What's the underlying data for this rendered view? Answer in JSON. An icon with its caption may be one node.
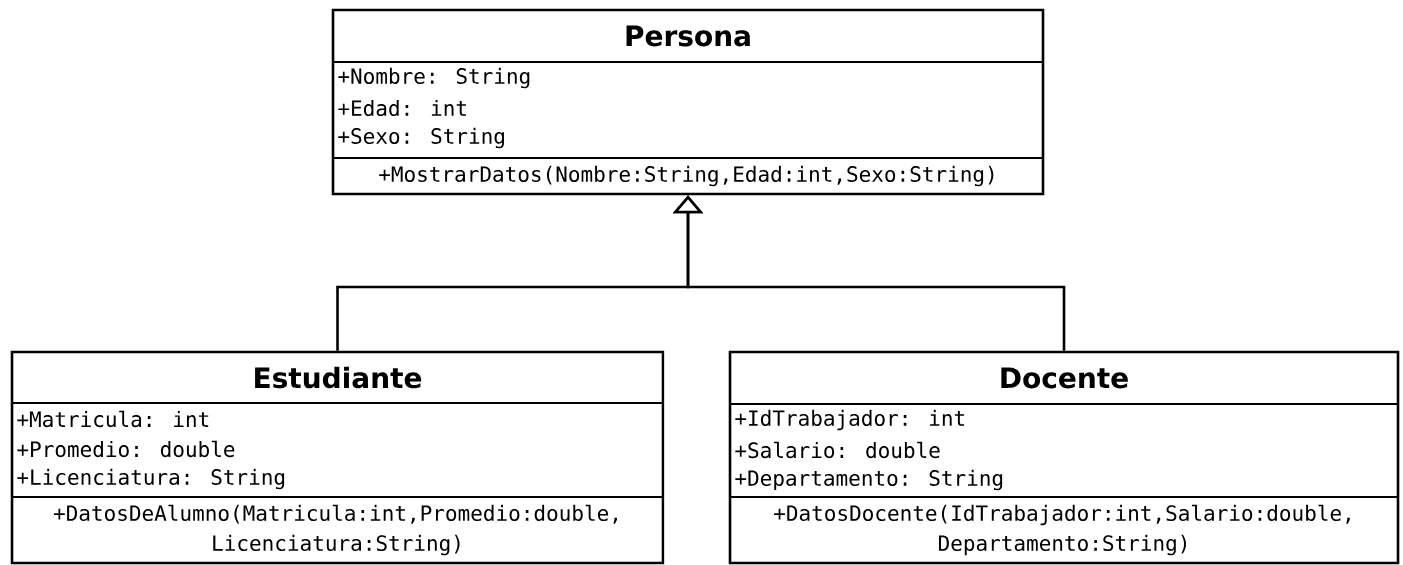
{
  "diagram": {
    "nodes": [
      {
        "text": [
          "Persona",
          "+Nombre: String",
          "+Edad: int",
          "+Sexo: String",
          "+MostrarDatos(Nombre:String,Edad:int,Sexo:String)"
        ]
      },
      {
        "text": [
          "Estudiante",
          "+Matricula: int",
          "+Promedio: double",
          "+Licenciatura: String",
          "+DatosDeAlumno(Matricula:int,Promedio:double, Licenciatura:String)"
        ]
      },
      {
        "text": [
          "Docente",
          "+IdTrabajador: int",
          "+Salario: double",
          "+Departamento: String",
          "+DatosDocente(IdTrabajador:int,Salario:double, Departamento:String)"
        ]
      }
    ],
    "edges": [
      {
        "from": 1,
        "to": 0,
        "arrow": "to"
      },
      {
        "from": 2,
        "to": 0,
        "arrow": "to"
      }
    ]
  }
}
